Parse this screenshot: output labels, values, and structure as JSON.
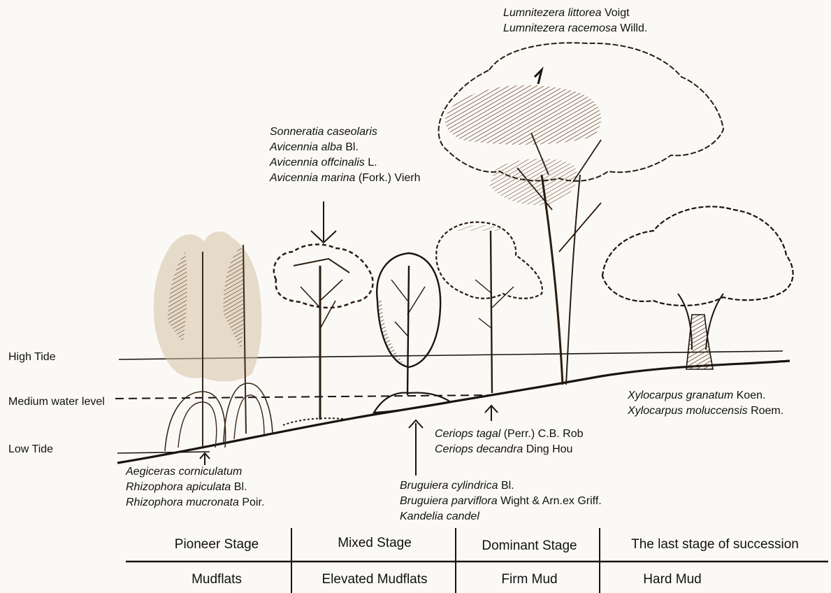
{
  "tides": {
    "high": "High Tide",
    "medium": "Medium water level",
    "low": "Low Tide"
  },
  "species_groups": {
    "lumnitzera": [
      {
        "name": "Lumnitezera littorea",
        "author": " Voigt"
      },
      {
        "name": "Lumnitezera racemosa",
        "author": " Willd."
      }
    ],
    "sonneratia": [
      {
        "name": "Sonneratia caseolaris",
        "author": ""
      },
      {
        "name": "Avicennia alba",
        "author": " Bl."
      },
      {
        "name": "Avicennia offcinalis",
        "author": " L."
      },
      {
        "name": "Avicennia marina",
        "author": " (Fork.) Vierh"
      }
    ],
    "xylocarpus": [
      {
        "name": "Xylocarpus granatum",
        "author": " Koen."
      },
      {
        "name": "Xylocarpus moluccensis",
        "author": " Roem."
      }
    ],
    "ceriops": [
      {
        "name": "Ceriops tagal",
        "author": " (Perr.) C.B. Rob"
      },
      {
        "name": "Ceriops decandra",
        "author": " Ding Hou"
      }
    ],
    "aegiceras": [
      {
        "name": "Aegiceras corniculatum",
        "author": ""
      },
      {
        "name": "Rhizophora apiculata",
        "author": " Bl."
      },
      {
        "name": "Rhizophora mucronata",
        "author": " Poir."
      }
    ],
    "bruguiera": [
      {
        "name": "Bruguiera cylindrica",
        "author": " Bl."
      },
      {
        "name": "Bruguiera parviflora",
        "author": " Wight & Arn.ex Griff."
      },
      {
        "name": "Kandelia candel",
        "author": ""
      }
    ]
  },
  "stages": [
    "Pioneer Stage",
    "Mixed Stage",
    "Dominant Stage",
    "The last stage of succession"
  ],
  "substrates": [
    "Mudflats",
    "Elevated Mudflats",
    "Firm Mud",
    "Hard Mud"
  ],
  "colors": {
    "ink": "#1a1410",
    "sepia": "#6b4a2c",
    "sepia_light": "#a8896a"
  }
}
